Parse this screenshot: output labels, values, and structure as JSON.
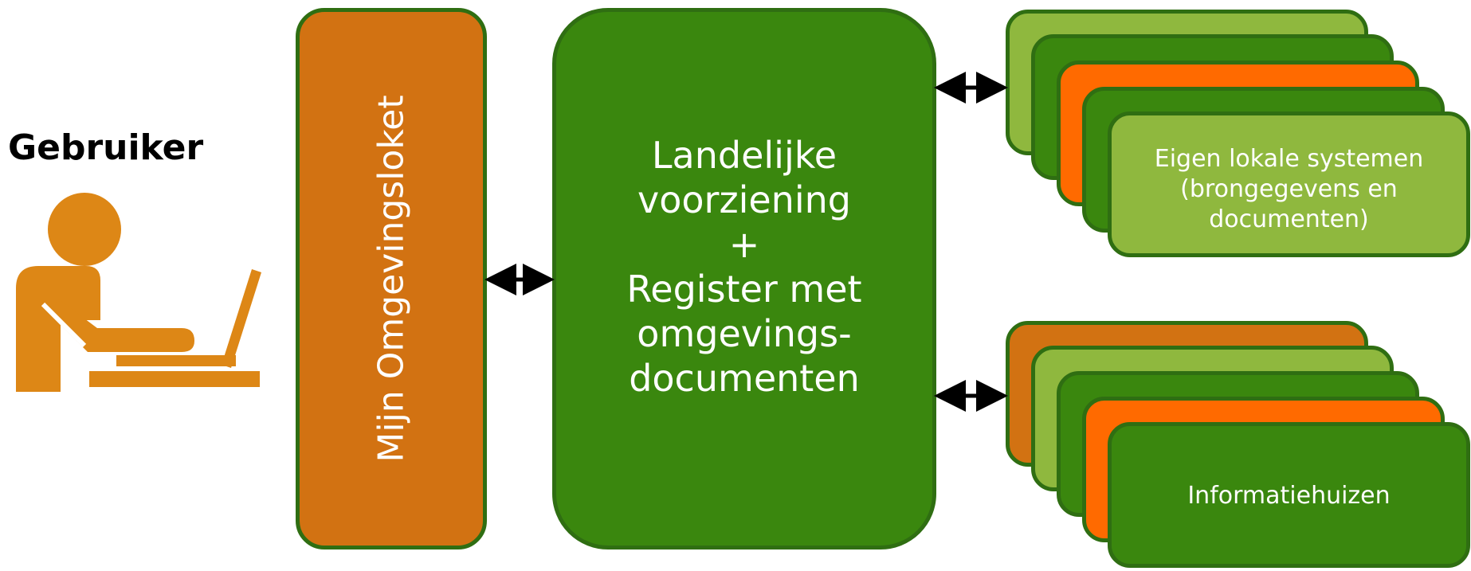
{
  "user": {
    "label": "Gebruiker"
  },
  "portal": {
    "label": "Mijn Omgevingsloket"
  },
  "central": {
    "lines": [
      "Landelijke",
      "voorziening",
      "+",
      "Register met",
      "omgevings-",
      "documenten"
    ]
  },
  "top_stack": {
    "label_lines": [
      "Eigen lokale systemen",
      "(brongegevens en",
      "documenten)"
    ]
  },
  "bottom_stack": {
    "label": "Informatiehuizen"
  },
  "colors": {
    "orange_brown": "#d27212",
    "dark_green": "#3a870e",
    "light_green": "#8fb83e",
    "bright_orange": "#ff6a00",
    "outline": "#2f6e12"
  }
}
